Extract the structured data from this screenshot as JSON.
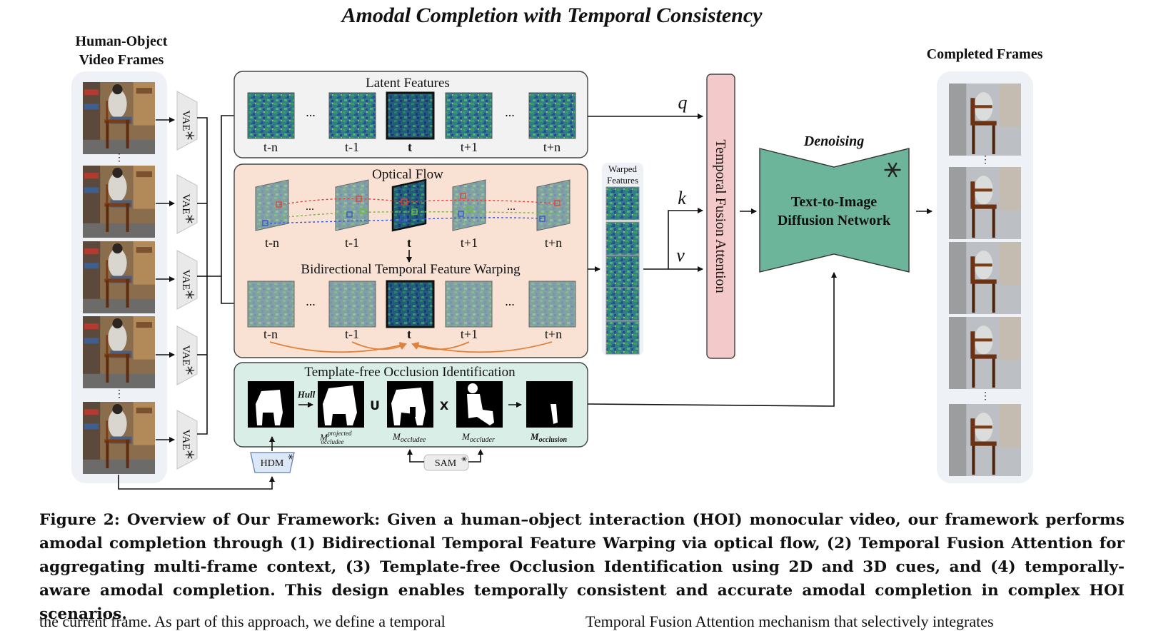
{
  "figure": {
    "title": "Amodal Completion with Temporal Consistency",
    "input": {
      "title_line1": "Human-Object",
      "title_line2": "Video Frames",
      "vae_label": "VAE"
    },
    "latent": {
      "title": "Latent Features",
      "labels": [
        "t-n",
        "t-1",
        "t",
        "t+1",
        "t+n"
      ],
      "ellipsis": "..."
    },
    "flow": {
      "title": "Optical Flow",
      "labels": [
        "t-n",
        "t-1",
        "t",
        "t+1",
        "t+n"
      ]
    },
    "warping": {
      "title": "Bidirectional Temporal Feature Warping",
      "labels": [
        "t-n",
        "t-1",
        "t",
        "t+1",
        "t+n"
      ]
    },
    "warped": {
      "line1": "Warped",
      "line2": "Features"
    },
    "qkv": {
      "q": "q",
      "k": "k",
      "v": "v"
    },
    "attention": {
      "label": "Temporal Fusion Attention"
    },
    "diffusion": {
      "denoising": "Denoising",
      "line1": "Text-to-Image",
      "line2": "Diffusion Network"
    },
    "output": {
      "title": "Completed Frames"
    },
    "occlusion": {
      "title": "Template-free Occlusion Identification",
      "hull": "Hull",
      "union": "U",
      "times": "X",
      "m": "M",
      "sub1": "occludee",
      "sup1": "projected",
      "sub2": "occludee",
      "sub3": "occluder",
      "sub4": "occlusion",
      "hdm": "HDM",
      "sam": "SAM"
    }
  },
  "caption": "Figure 2: Overview of Our Framework: Given a human–object interaction (HOI) monocular video, our framework performs amodal completion through (1) Bidirectional Temporal Feature Warping via optical flow, (2) Temporal Fusion Attention for aggregating multi-frame context, (3) Template-free Occlusion Identification using 2D and 3D cues, and (4) temporally-aware amodal completion. This design enables temporally consistent and accurate amodal completion in complex HOI scenarios.",
  "body_text": {
    "left": "the current frame. As part of this approach, we define a temporal",
    "right": "Temporal Fusion Attention mechanism that selectively integrates"
  }
}
